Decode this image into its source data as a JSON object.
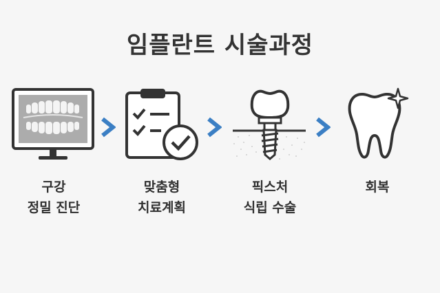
{
  "title": "임플란트 시술과정",
  "steps": [
    {
      "line1": "구강",
      "line2": "정밀 진단",
      "icon": "xray-monitor-icon"
    },
    {
      "line1": "맞춤형",
      "line2": "치료계획",
      "icon": "checklist-clipboard-icon"
    },
    {
      "line1": "픽스처",
      "line2": "식립 수술",
      "icon": "dental-implant-icon"
    },
    {
      "line1": "회복",
      "line2": "",
      "icon": "tooth-sparkle-icon"
    }
  ],
  "colors": {
    "arrow": "#3b7fc4",
    "stroke": "#333333",
    "background": "#f6f6f6"
  }
}
